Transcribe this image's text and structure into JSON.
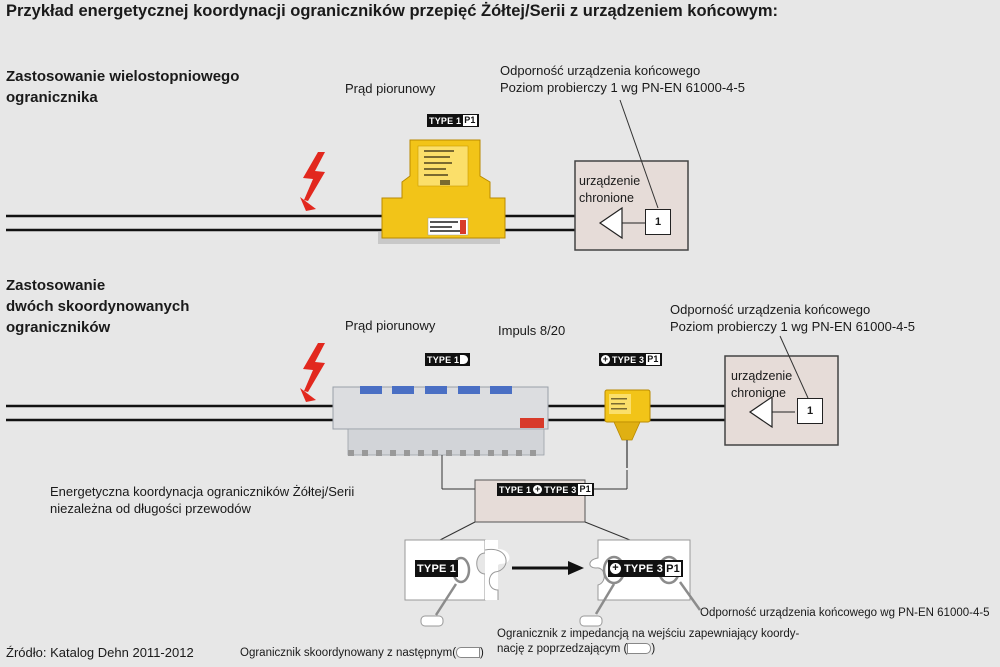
{
  "title": "Przykład energetycznej koordynacji ograniczników przepięć Żółtej/Serii z urządzeniem końcowym:",
  "section1": {
    "heading_line1": "Zastosowanie wielostopniowego",
    "heading_line2": "ogranicznika",
    "lightning_current": "Prąd piorunowy",
    "resistance_line1": "Odporność urządzenia końcowego",
    "resistance_line2": "Poziom probierczy 1 wg PN-EN 61000-4-5",
    "badge_type": "TYPE 1",
    "badge_p": "P1",
    "device_line1": "urządzenie",
    "device_line2": "chronione",
    "device_number": "1"
  },
  "section2": {
    "heading_line1": "Zastosowanie",
    "heading_line2": "dwóch skoordynowanych",
    "heading_line3": "ograniczników",
    "lightning_current": "Prąd piorunowy",
    "impulse": "Impuls 8/20",
    "resistance_line1": "Odporność urządzenia końcowego",
    "resistance_line2": "Poziom probierczy 1 wg PN-EN 61000-4-5",
    "badge1_type": "TYPE 1",
    "badge2_type": "TYPE 3",
    "badge2_p": "P1",
    "device_line1": "urządzenie",
    "device_line2": "chronione",
    "device_number": "1",
    "coordination_line1": "Energetyczna koordynacja ograniczników Żółtej/Serii",
    "coordination_line2": "niezależna od długości przewodów",
    "coord_badge_type1": "TYPE 1",
    "coord_badge_type3": "TYPE 3",
    "coord_badge_p": "P1"
  },
  "puzzle": {
    "left_label": "TYPE 1",
    "right_label": "TYPE 3",
    "right_p": "P1"
  },
  "legend": {
    "source": "Źródło: Katalog Dehn 2011-2012",
    "coordinated": "Ogranicznik skoordynowany z następnym(",
    "coordinated_end": ")",
    "impedance_line1": "Ogranicznik z impedancją na wejściu zapewniający koordy-",
    "impedance_line2": "nację z poprzedzającym (",
    "impedance_end": ")",
    "resistance_note": "Odporność urządzenia końcowego wg PN-EN 61000-4-5"
  },
  "colors": {
    "background": "#e7e7e7",
    "device_yellow": "#f2c418",
    "lightning_red": "#e2281e",
    "box_fill": "#e6dcd8"
  }
}
